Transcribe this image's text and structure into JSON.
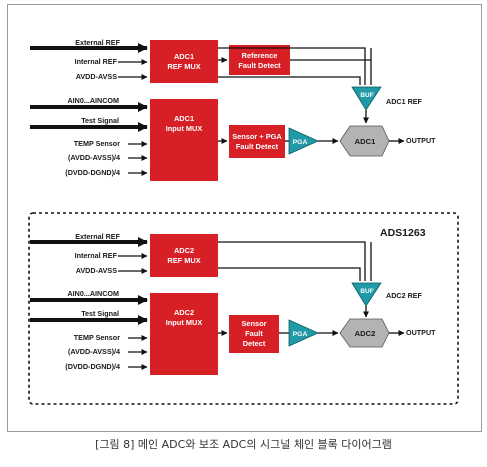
{
  "caption": "[그림 8] 메인 ADC와 보조 ADC의 시그널 체인 블록 다이어그램",
  "colors": {
    "red": "#d71f26",
    "teal": "#1f9aa6",
    "adc": "#b3b3b3",
    "line": "#111111"
  },
  "top": {
    "inputs": {
      "ext_ref": "External REF",
      "int_ref": "Internal REF",
      "avdd": "AVDD-AVSS",
      "ain": "AIN0...AINCOM",
      "test": "Test Signal",
      "temp": "TEMP Sensor",
      "avdd4": "(AVDD-AVSS)/4",
      "dvdd4": "(DVDD-DGND)/4"
    },
    "ref_mux": [
      "ADC1",
      "REF MUX"
    ],
    "ref_fault": [
      "Reference",
      "Fault Detect"
    ],
    "input_mux": [
      "ADC1",
      "Input MUX"
    ],
    "sensor_fault": [
      "Sensor + PGA",
      "Fault Detect"
    ],
    "pga": "PGA",
    "buf": "BUF",
    "adc": "ADC1",
    "ref_label": "ADC1 REF",
    "output": "OUTPUT"
  },
  "bottom": {
    "title": "ADS1263",
    "inputs": {
      "ext_ref": "External REF",
      "int_ref": "Internal REF",
      "avdd": "AVDD-AVSS",
      "ain": "AIN0...AINCOM",
      "test": "Test Signal",
      "temp": "TEMP Sensor",
      "avdd4": "(AVDD-AVSS)/4",
      "dvdd4": "(DVDD-DGND)/4"
    },
    "ref_mux": [
      "ADC2",
      "REF MUX"
    ],
    "input_mux": [
      "ADC2",
      "Input MUX"
    ],
    "sensor_fault": [
      "Sensor",
      "Fault",
      "Detect"
    ],
    "pga": "PGA",
    "buf": "BUF",
    "adc": "ADC2",
    "ref_label": "ADC2 REF",
    "output": "OUTPUT"
  }
}
